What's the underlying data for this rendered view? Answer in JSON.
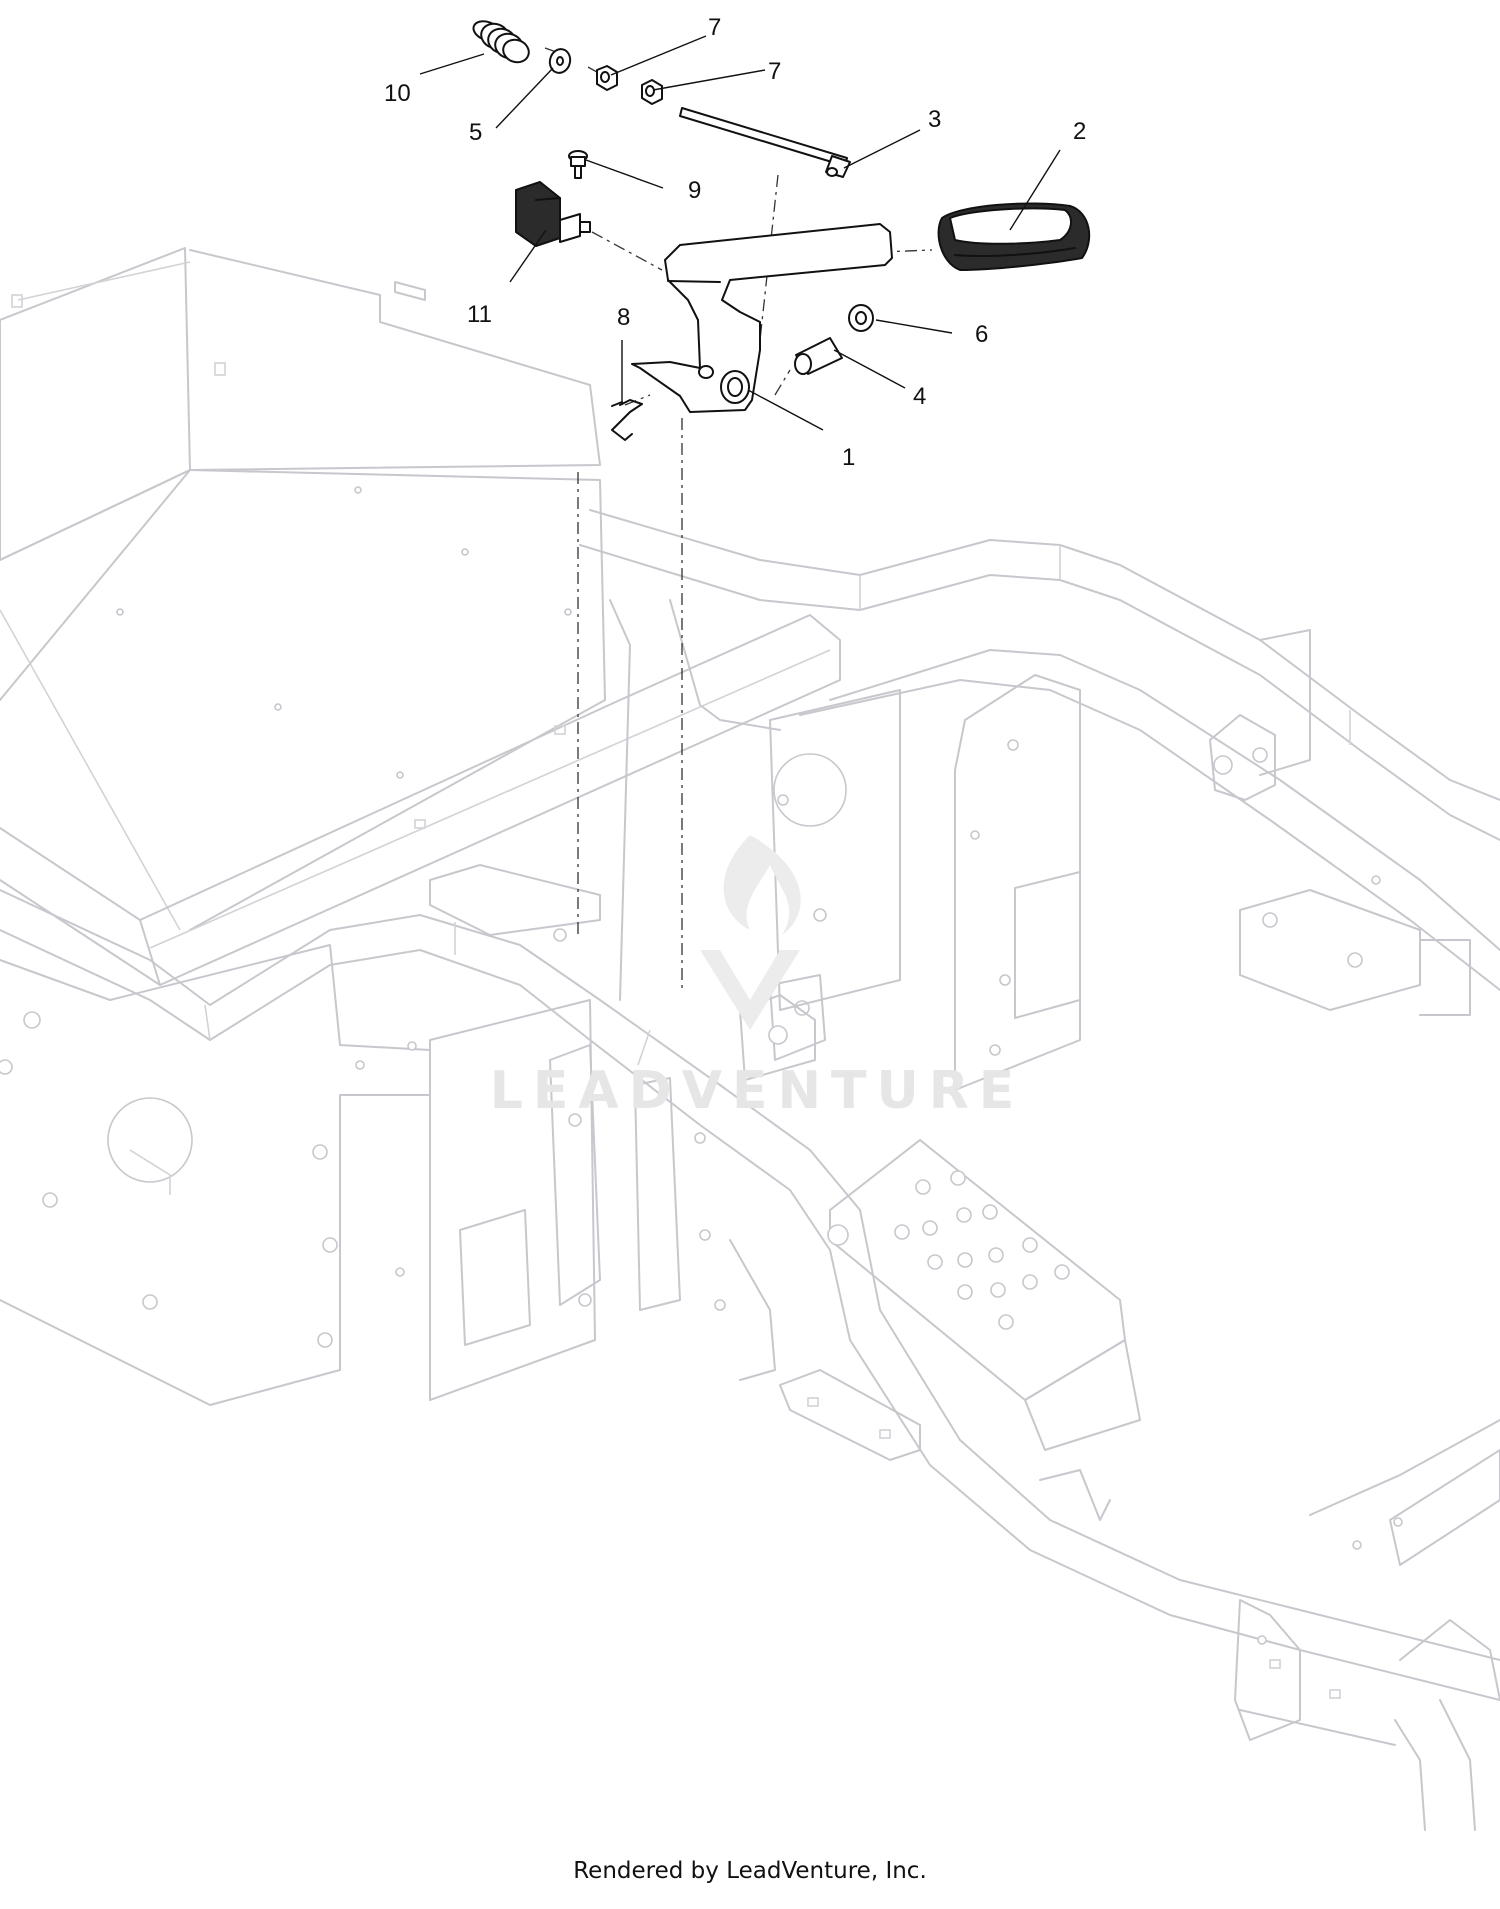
{
  "callouts": [
    {
      "label": "1",
      "part": "brake-pedal-arm"
    },
    {
      "label": "2",
      "part": "pedal-pad"
    },
    {
      "label": "3",
      "part": "brake-rod"
    },
    {
      "label": "4",
      "part": "spacer-tube"
    },
    {
      "label": "5",
      "part": "washer"
    },
    {
      "label": "6",
      "part": "bushing"
    },
    {
      "label": "7",
      "part": "nut"
    },
    {
      "label": "7",
      "part": "nut"
    },
    {
      "label": "8",
      "part": "hairpin-clip"
    },
    {
      "label": "9",
      "part": "screw"
    },
    {
      "label": "10",
      "part": "spring"
    },
    {
      "label": "11",
      "part": "switch"
    }
  ],
  "watermark": {
    "text": "LEADVENTURE"
  },
  "footer": {
    "text": "Rendered by LeadVenture, Inc."
  }
}
